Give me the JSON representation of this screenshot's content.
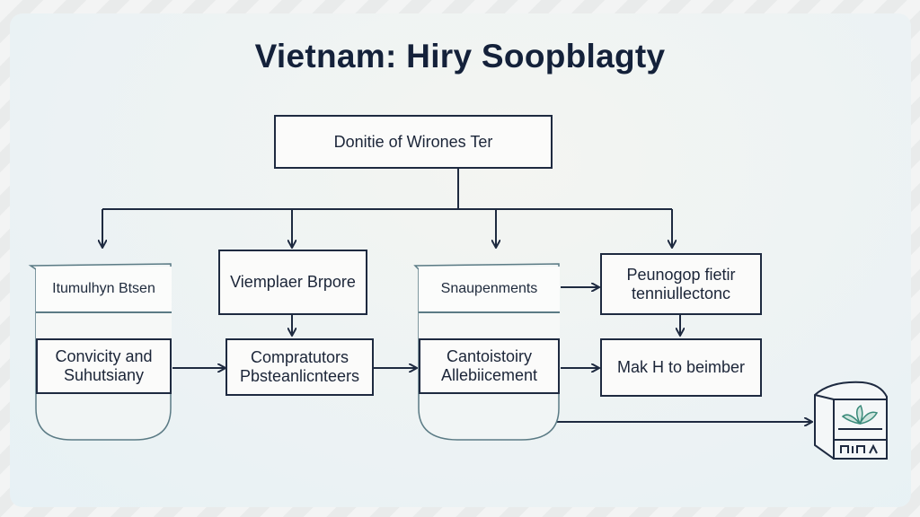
{
  "title": "Vietnam: Hiry Soopblagty",
  "colors": {
    "line": "#1e2a40",
    "doc_outline": "#5b7b85",
    "icon_green": "#3a8a7a"
  },
  "nodes": {
    "root": {
      "label": "Donitie of Wirones Ter"
    },
    "col1": {
      "header": "Itumulhyn Btsen",
      "body": "Convicity and Suhutsiany"
    },
    "col2": {
      "top": "Viemplaer Brpore",
      "bottom": "Compratutors Pbsteanlicnteers"
    },
    "col3": {
      "header": "Snaupenments",
      "body": "Cantoistoiry Allebiicement"
    },
    "col4": {
      "top": "Peunogop fietir tenniullectonc",
      "bottom": "Mak H to beimber"
    }
  },
  "icons": {
    "end": "building-with-plant-icon"
  }
}
